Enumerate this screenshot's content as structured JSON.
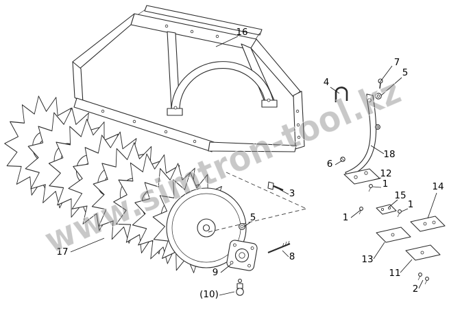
{
  "watermark": {
    "text": "www.simtron-tool.kz"
  },
  "callouts": [
    {
      "text": "16"
    },
    {
      "text": "4"
    },
    {
      "text": "7"
    },
    {
      "text": "5"
    },
    {
      "text": "18"
    },
    {
      "text": "6"
    },
    {
      "text": "12"
    },
    {
      "text": "1"
    },
    {
      "text": "15"
    },
    {
      "text": "1"
    },
    {
      "text": "14"
    },
    {
      "text": "1"
    },
    {
      "text": "13"
    },
    {
      "text": "11"
    },
    {
      "text": "2"
    },
    {
      "text": "3"
    },
    {
      "text": "5"
    },
    {
      "text": "8"
    },
    {
      "text": "9"
    },
    {
      "text": "(10)"
    },
    {
      "text": "17"
    }
  ]
}
